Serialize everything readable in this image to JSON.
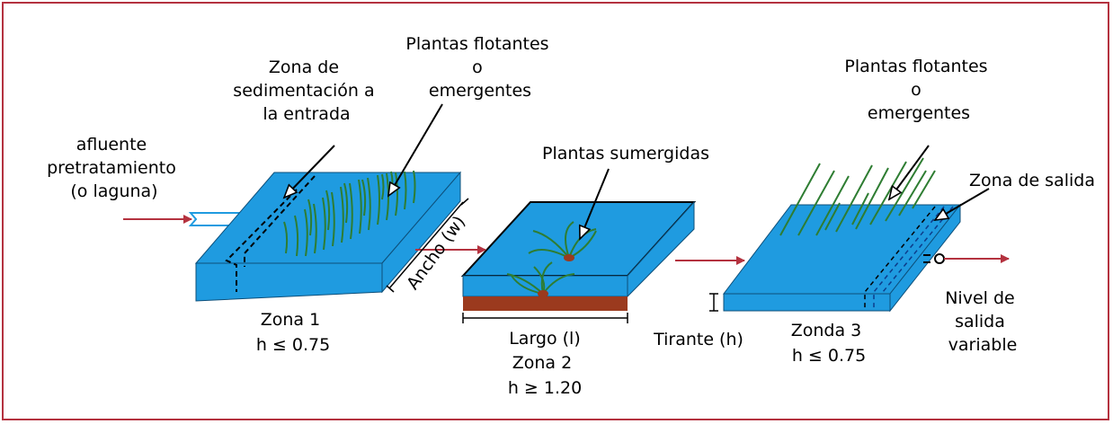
{
  "labels": {
    "influent": [
      "afluente",
      "pretratamiento",
      "(o laguna)"
    ],
    "sedimentation": [
      "Zona de",
      "sedimentación a",
      "la entrada"
    ],
    "floating_1": [
      "Plantas flotantes",
      "o",
      "emergentes"
    ],
    "submerged": "Plantas sumergidas",
    "floating_3": [
      "Plantas flotantes",
      "o",
      "emergentes"
    ],
    "outlet_zone": "Zona de salida",
    "width": "Ancho (w)",
    "zone1": [
      "Zona 1",
      "h ≤ 0.75"
    ],
    "length": "Largo (l)",
    "zone2": [
      "Zona 2",
      "h ≥ 1.20"
    ],
    "depth": "Tirante (h)",
    "zone3": [
      "Zonda 3",
      "h ≤ 0.75"
    ],
    "outlet_level": [
      "Nivel de",
      "salida",
      "variable"
    ]
  },
  "colors": {
    "water": "#1f9be0",
    "plants": "#2e7d32",
    "sediment": "#9b3a1e",
    "arrow": "#b4323f",
    "frame": "#b4323f"
  }
}
